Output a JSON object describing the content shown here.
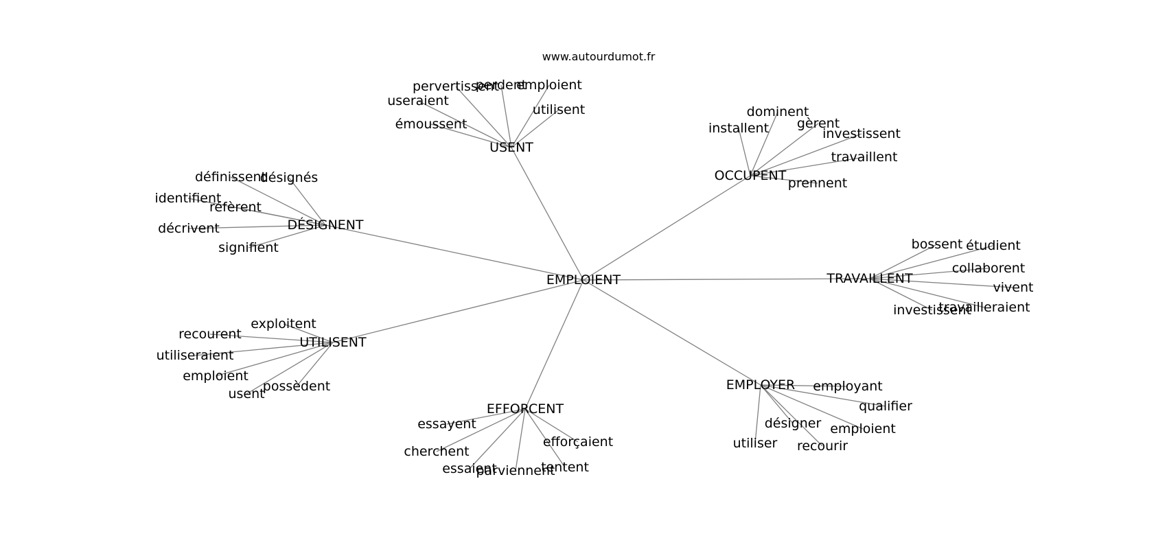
{
  "source": "www.autourdumot.fr",
  "graph": {
    "center": "EMPLOIENT",
    "groups": [
      {
        "hub": "USENT",
        "leaves": [
          "pervertissent",
          "perdent",
          "emploient",
          "useraient",
          "utilisent",
          "émoussent"
        ]
      },
      {
        "hub": "OCCUPENT",
        "leaves": [
          "dominent",
          "installent",
          "gèrent",
          "investissent",
          "travaillent",
          "prennent"
        ]
      },
      {
        "hub": "DÉSIGNENT",
        "leaves": [
          "définissent",
          "désignés",
          "identifient",
          "réfèrent",
          "décrivent",
          "signifient"
        ]
      },
      {
        "hub": "TRAVAILLENT",
        "leaves": [
          "bossent",
          "étudient",
          "collaborent",
          "vivent",
          "investissent",
          "travailleraient"
        ]
      },
      {
        "hub": "UTILISENT",
        "leaves": [
          "exploitent",
          "recourent",
          "utiliseraient",
          "emploient",
          "usent",
          "possèdent"
        ]
      },
      {
        "hub": "EMPLOYER",
        "leaves": [
          "employant",
          "qualifier",
          "emploient",
          "désigner",
          "utiliser",
          "recourir"
        ]
      },
      {
        "hub": "EFFORCENT",
        "leaves": [
          "essayent",
          "efforçaient",
          "cherchent",
          "essaient",
          "parviennent",
          "tentent"
        ]
      }
    ]
  }
}
